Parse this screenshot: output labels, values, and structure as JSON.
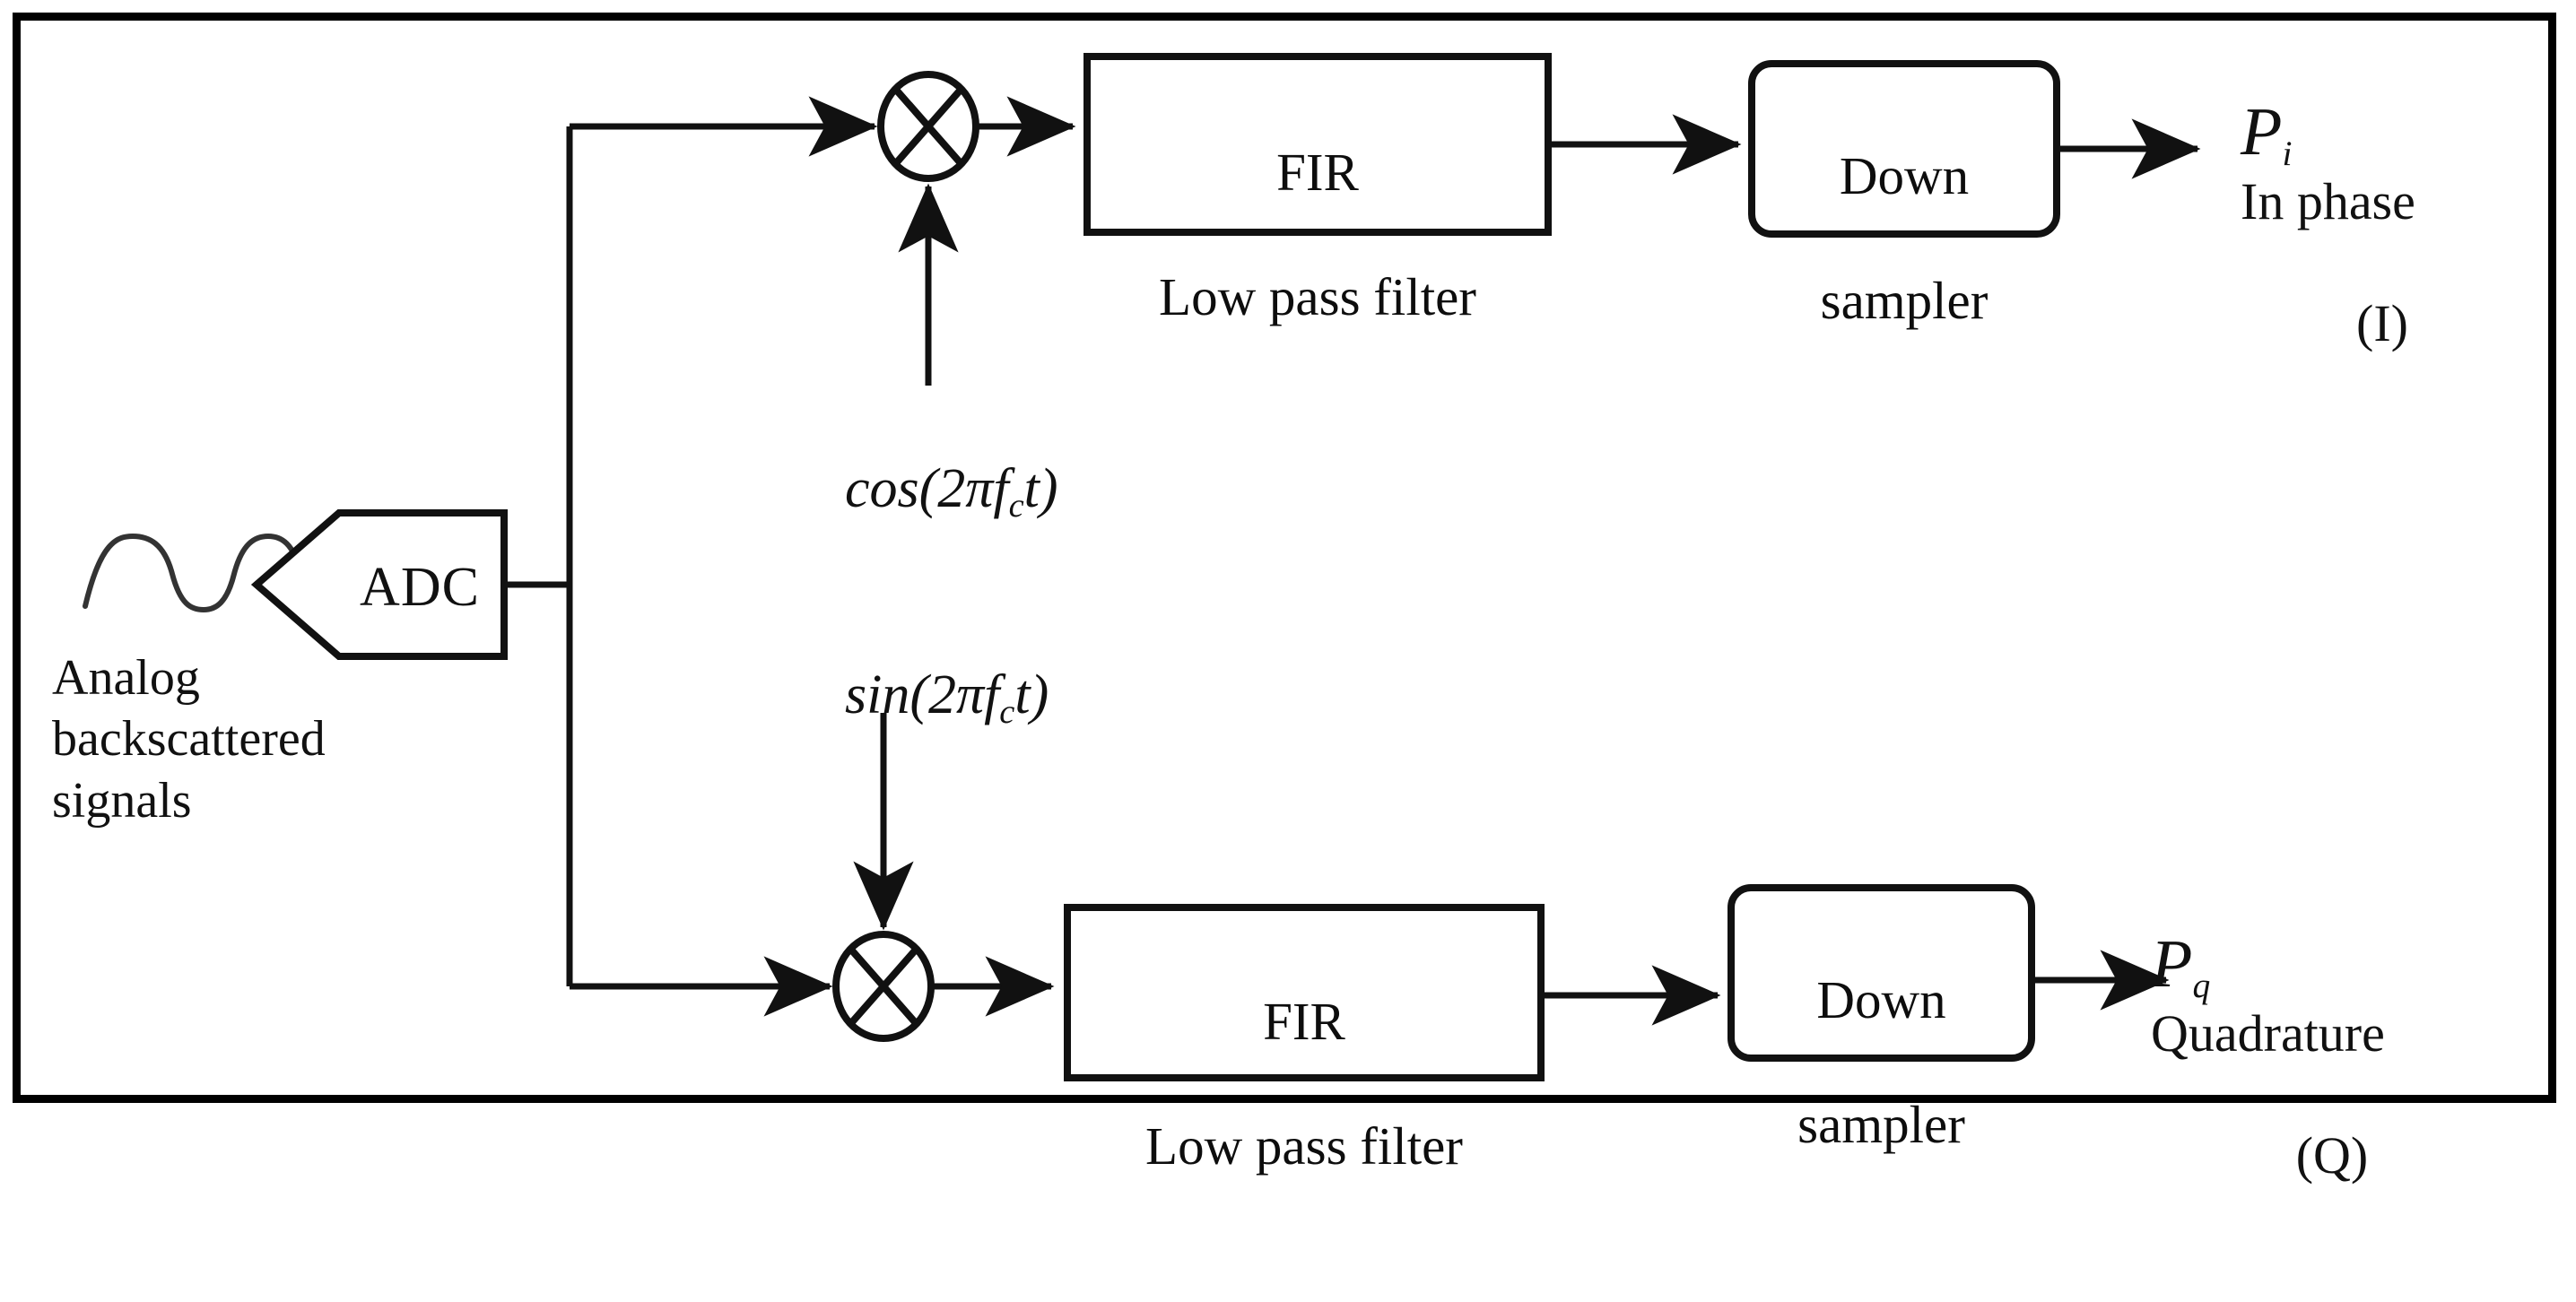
{
  "figure": {
    "type": "block-diagram",
    "title": "IQ demodulation signal processing chain",
    "border_color": "#000000",
    "line_color": "#111111",
    "background": "#ffffff"
  },
  "source": {
    "waveform_icon": "sine-wave-icon",
    "caption": "Analog\nbackscattered\nsignals"
  },
  "adc": {
    "label": "ADC"
  },
  "mixers": {
    "top": {
      "symbol": "multiplier-icon"
    },
    "bottom": {
      "symbol": "multiplier-icon"
    }
  },
  "carriers": {
    "cos": {
      "fn": "cos",
      "arg_prefix": "(2πf",
      "sub": "c",
      "arg_suffix": "t)"
    },
    "sin": {
      "fn": "sin",
      "arg_prefix": "(2πf",
      "sub": "c",
      "arg_suffix": "t)"
    }
  },
  "paths": [
    {
      "id": "in-phase",
      "filter": {
        "line1": "FIR",
        "line2": "Low pass filter"
      },
      "sampler": {
        "line1": "Down",
        "line2": "sampler"
      },
      "output": {
        "symbol": "P",
        "subscript": "i",
        "name": "In phase",
        "short": "(I)"
      }
    },
    {
      "id": "quadrature",
      "filter": {
        "line1": "FIR",
        "line2": "Low pass filter"
      },
      "sampler": {
        "line1": "Down",
        "line2": "sampler"
      },
      "output": {
        "symbol": "P",
        "subscript": "q",
        "name": "Quadrature",
        "short": "(Q)"
      }
    }
  ]
}
